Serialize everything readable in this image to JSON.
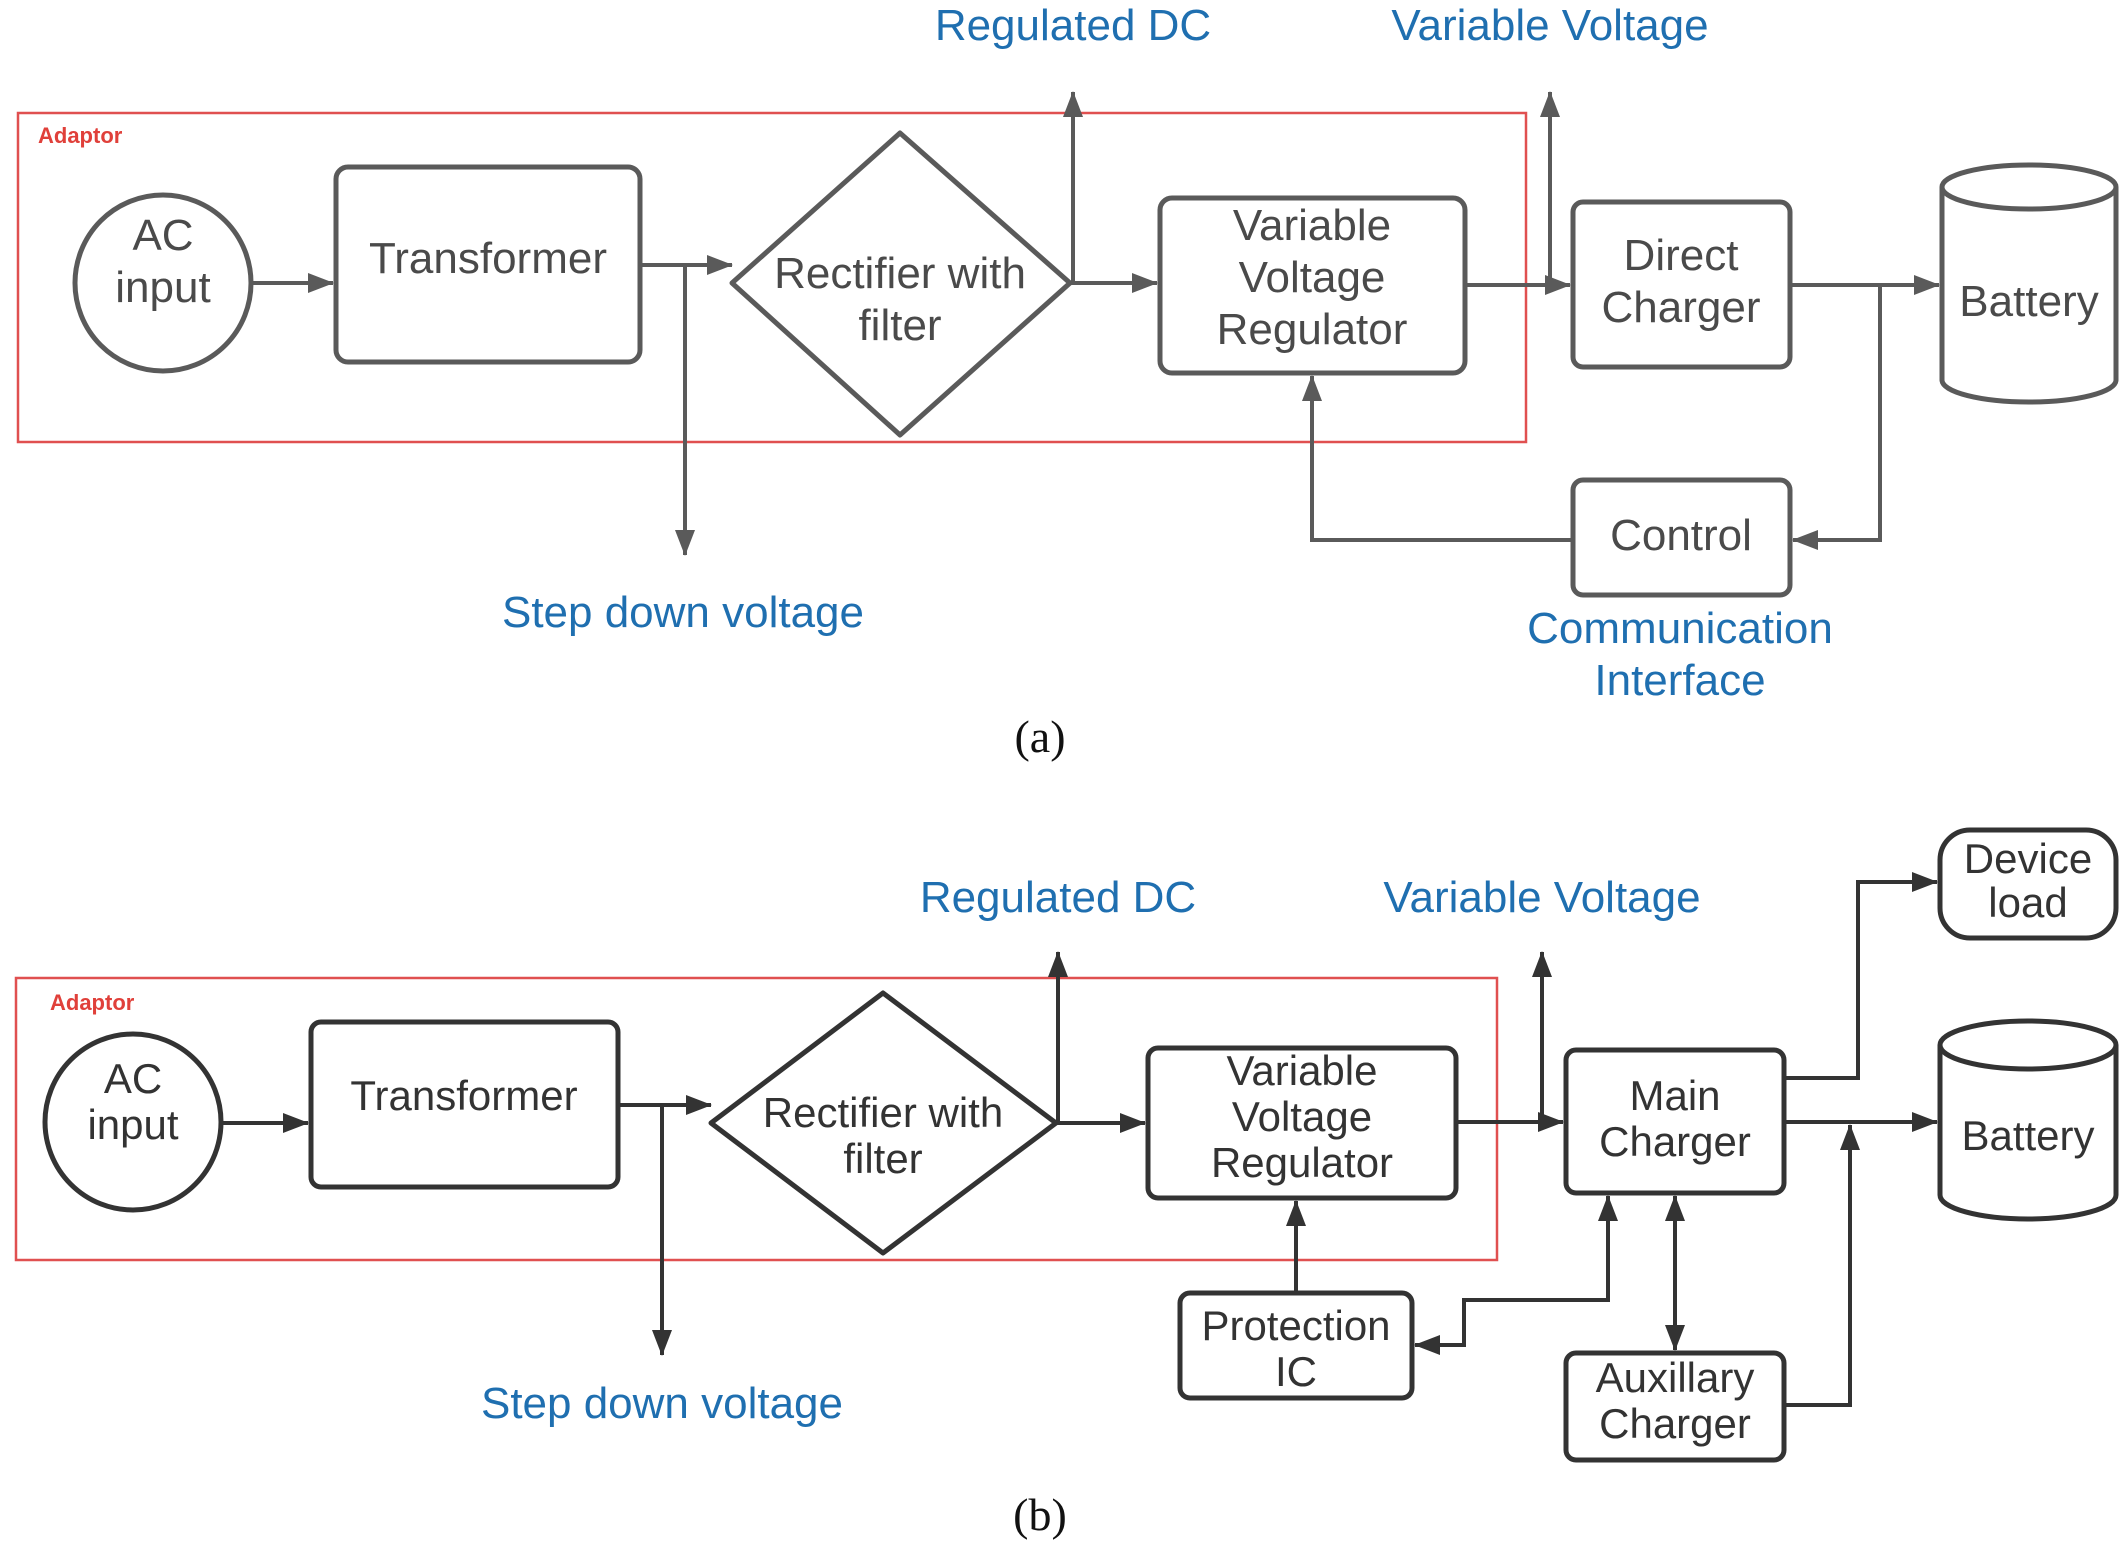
{
  "panel_a": {
    "adaptor_label": "Adaptor",
    "nodes": {
      "ac_input": [
        "AC",
        "input"
      ],
      "transformer": [
        "Transformer"
      ],
      "rectifier": [
        "Rectifier with",
        "filter"
      ],
      "regulator": [
        "Variable",
        "Voltage",
        "Regulator"
      ],
      "charger": [
        "Direct",
        "Charger"
      ],
      "battery": [
        "Battery"
      ],
      "control": [
        "Control"
      ]
    },
    "labels": {
      "regulated_dc": "Regulated DC",
      "variable_voltage": "Variable Voltage",
      "step_down": "Step down voltage",
      "comm_interface": [
        "Communication",
        "Interface"
      ]
    },
    "caption": "(a)"
  },
  "panel_b": {
    "adaptor_label": "Adaptor",
    "nodes": {
      "ac_input": [
        "AC",
        "input"
      ],
      "transformer": [
        "Transformer"
      ],
      "rectifier": [
        "Rectifier with",
        "filter"
      ],
      "regulator": [
        "Variable",
        "Voltage",
        "Regulator"
      ],
      "main_charger": [
        "Main",
        "Charger"
      ],
      "device_load": [
        "Device",
        "load"
      ],
      "battery": [
        "Battery"
      ],
      "protection": [
        "Protection",
        "IC"
      ],
      "aux_charger": [
        "Auxillary",
        "Charger"
      ]
    },
    "labels": {
      "regulated_dc": "Regulated DC",
      "variable_voltage": "Variable Voltage",
      "step_down": "Step down voltage"
    },
    "caption": "(b)"
  },
  "colors": {
    "label_blue": "#1f6fb0",
    "adaptor_red": "#e05050",
    "stroke_gray": "#5a5a5a",
    "stroke_dark": "#333333"
  }
}
